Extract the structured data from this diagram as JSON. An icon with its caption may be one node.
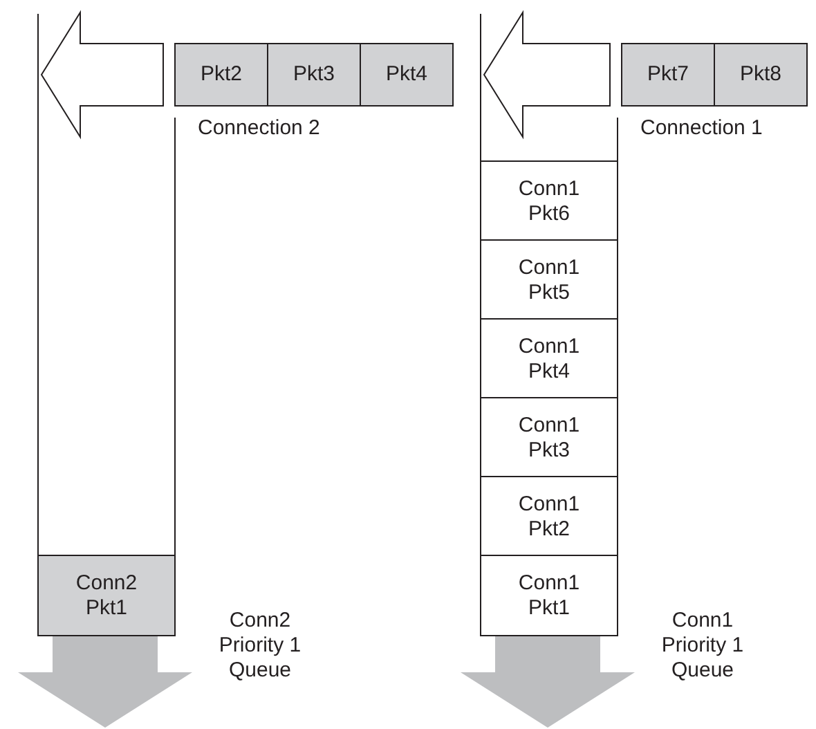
{
  "diagram": {
    "nodes": [
      {
        "text": [],
        "shape": "box",
        "beside": [
          "Conn2 Priority 1 Queue"
        ]
      },
      {
        "text": [
          "Conn2 Pkt1"
        ],
        "in": 0
      },
      {
        "text": [
          "Pkt2"
        ]
      },
      {
        "text": [
          "Pkt3"
        ]
      },
      {
        "text": [
          "Pkt4"
        ]
      },
      {
        "text": [],
        "shape": "box",
        "beside": [
          "Conn1 Priority 1 Queue"
        ]
      },
      {
        "text": [
          "Conn1 Pkt6"
        ],
        "in": 5
      },
      {
        "text": [
          "Conn1 Pkt5"
        ],
        "in": 5
      },
      {
        "text": [
          "Conn1 Pkt4"
        ],
        "in": 5
      },
      {
        "text": [
          "Conn1 Pkt3"
        ],
        "in": 5
      },
      {
        "text": [
          "Conn1 Pkt2"
        ],
        "in": 5
      },
      {
        "text": [
          "Conn1 Pkt1"
        ],
        "in": 5
      },
      {
        "text": [
          "Pkt7"
        ]
      },
      {
        "text": [
          "Pkt8"
        ]
      }
    ],
    "edges": [
      {
        "from": 2,
        "to": 0,
        "arrow": "to"
      },
      {
        "from": 0,
        "to": null,
        "arrow": "to",
        "color": "#bdbec0"
      },
      {
        "from": 12,
        "to": 5,
        "arrow": "to"
      },
      {
        "from": 5,
        "to": null,
        "arrow": "to",
        "color": "#bdbec0"
      }
    ],
    "labels": [
      "Connection 2",
      "Connection 1"
    ]
  }
}
